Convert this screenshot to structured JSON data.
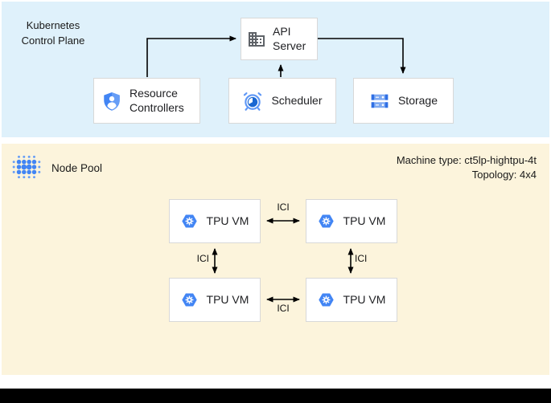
{
  "control_plane": {
    "title": "Kubernetes Control Plane",
    "boxes": {
      "api_server": {
        "label": "API Server",
        "icon": "building-icon"
      },
      "resource_controllers": {
        "label": "Resource Controllers",
        "icon": "shield-user-icon"
      },
      "scheduler": {
        "label": "Scheduler",
        "icon": "alarm-clock-icon"
      },
      "storage": {
        "label": "Storage",
        "icon": "storage-disks-icon"
      }
    }
  },
  "node_pool": {
    "title": "Node Pool",
    "icon": "dot-grid-icon",
    "machine_type": "Machine type: ct5lp-hightpu-4t",
    "topology": "Topology: 4x4",
    "tpu_vms": [
      {
        "label": "TPU VM",
        "icon": "gke-hexagon-gear-icon"
      },
      {
        "label": "TPU VM",
        "icon": "gke-hexagon-gear-icon"
      },
      {
        "label": "TPU VM",
        "icon": "gke-hexagon-gear-icon"
      },
      {
        "label": "TPU VM",
        "icon": "gke-hexagon-gear-icon"
      }
    ],
    "ici_links": [
      {
        "label": "ICI"
      },
      {
        "label": "ICI"
      },
      {
        "label": "ICI"
      },
      {
        "label": "ICI"
      }
    ]
  },
  "colors": {
    "control_plane_bg": "#dff1fb",
    "node_pool_bg": "#fcf4dc",
    "accent_blue": "#4285f4",
    "dark_blue": "#1967d2",
    "icon_gray": "#5f6368",
    "arrow": "#000000",
    "bottom_bar": "#000000"
  }
}
